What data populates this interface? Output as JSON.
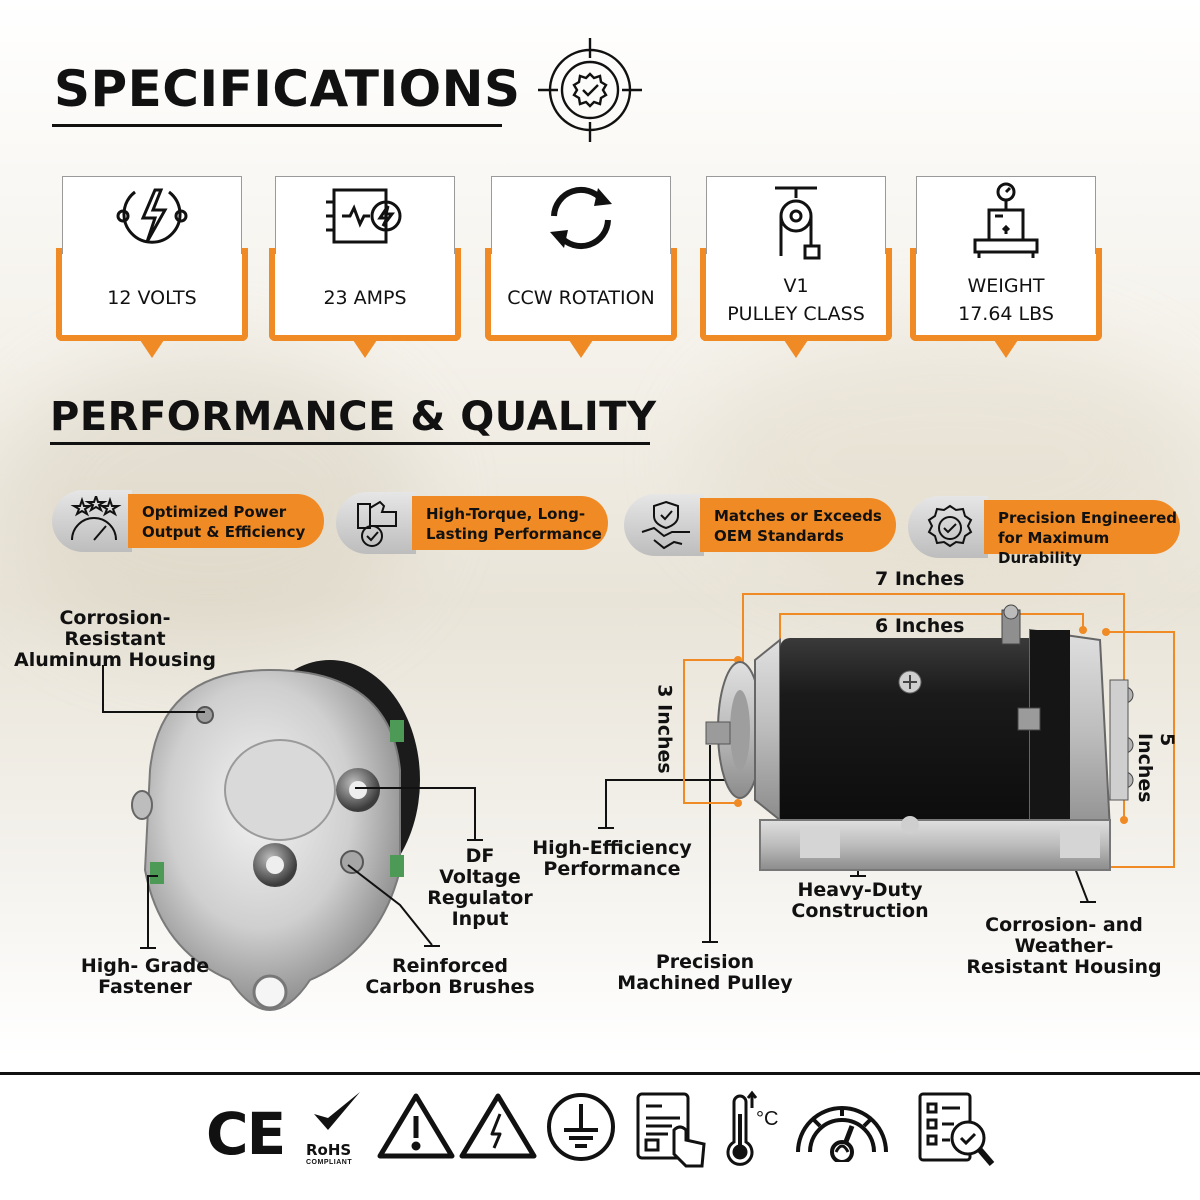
{
  "headings": {
    "specifications": "SPECIFICATIONS",
    "performance": "PERFORMANCE & QUALITY"
  },
  "specs": [
    {
      "line1": "12 VOLTS",
      "line2": "",
      "icon": "lightning-power-icon"
    },
    {
      "line1": "23 AMPS",
      "line2": "",
      "icon": "circuit-amps-icon"
    },
    {
      "line1": "CCW ROTATION",
      "line2": "",
      "icon": "rotation-arrows-icon"
    },
    {
      "line1": "V1",
      "line2": "PULLEY CLASS",
      "icon": "pulley-icon"
    },
    {
      "line1": "WEIGHT",
      "line2": "17.64 LBS",
      "icon": "weight-scale-icon"
    }
  ],
  "features": [
    {
      "line1": "Optimized Power",
      "line2": "Output & Efficiency",
      "icon": "gauge-stars-icon"
    },
    {
      "line1": "High-Torque, Long-",
      "line2": "Lasting Performance",
      "icon": "thumbs-up-icon"
    },
    {
      "line1": "Matches or Exceeds",
      "line2": "OEM Standards",
      "icon": "handshake-shield-icon"
    },
    {
      "line1": "Precision Engineered",
      "line2": "for Maximum Durability",
      "icon": "badge-check-icon"
    }
  ],
  "callouts_left": {
    "housing_1": "Corrosion-Resistant",
    "housing_2": "Aluminum Housing",
    "df_1": "DF",
    "df_2": "Voltage",
    "df_3": "Regulator",
    "df_4": "Input",
    "fastener_1": "High- Grade",
    "fastener_2": "Fastener",
    "brushes_1": "Reinforced",
    "brushes_2": "Carbon Brushes"
  },
  "callouts_right": {
    "efficiency_1": "High-Efficiency",
    "efficiency_2": "Performance",
    "pulley_1": "Precision",
    "pulley_2": "Machined Pulley",
    "construction_1": "Heavy-Duty",
    "construction_2": "Construction",
    "weather_1": "Corrosion- and Weather-",
    "weather_2": "Resistant Housing"
  },
  "dimensions": {
    "length_total": "7 Inches",
    "length_body": "6 Inches",
    "pulley_dia": "3 Inches",
    "body_dia": "5 Inches"
  },
  "footer": {
    "ce": "CE",
    "rohs": "RoHS",
    "rohs_sub": "COMPLIANT",
    "celsius": "°C",
    "icons": [
      "ce-mark-icon",
      "rohs-compliant-icon",
      "warning-triangle-icon",
      "high-voltage-icon",
      "ground-symbol-icon",
      "manual-touch-icon",
      "thermometer-icon",
      "speedometer-icon",
      "inspection-report-icon"
    ]
  },
  "colors": {
    "accent": "#f08a24",
    "dim_line": "#f08a24",
    "text": "#111111"
  }
}
